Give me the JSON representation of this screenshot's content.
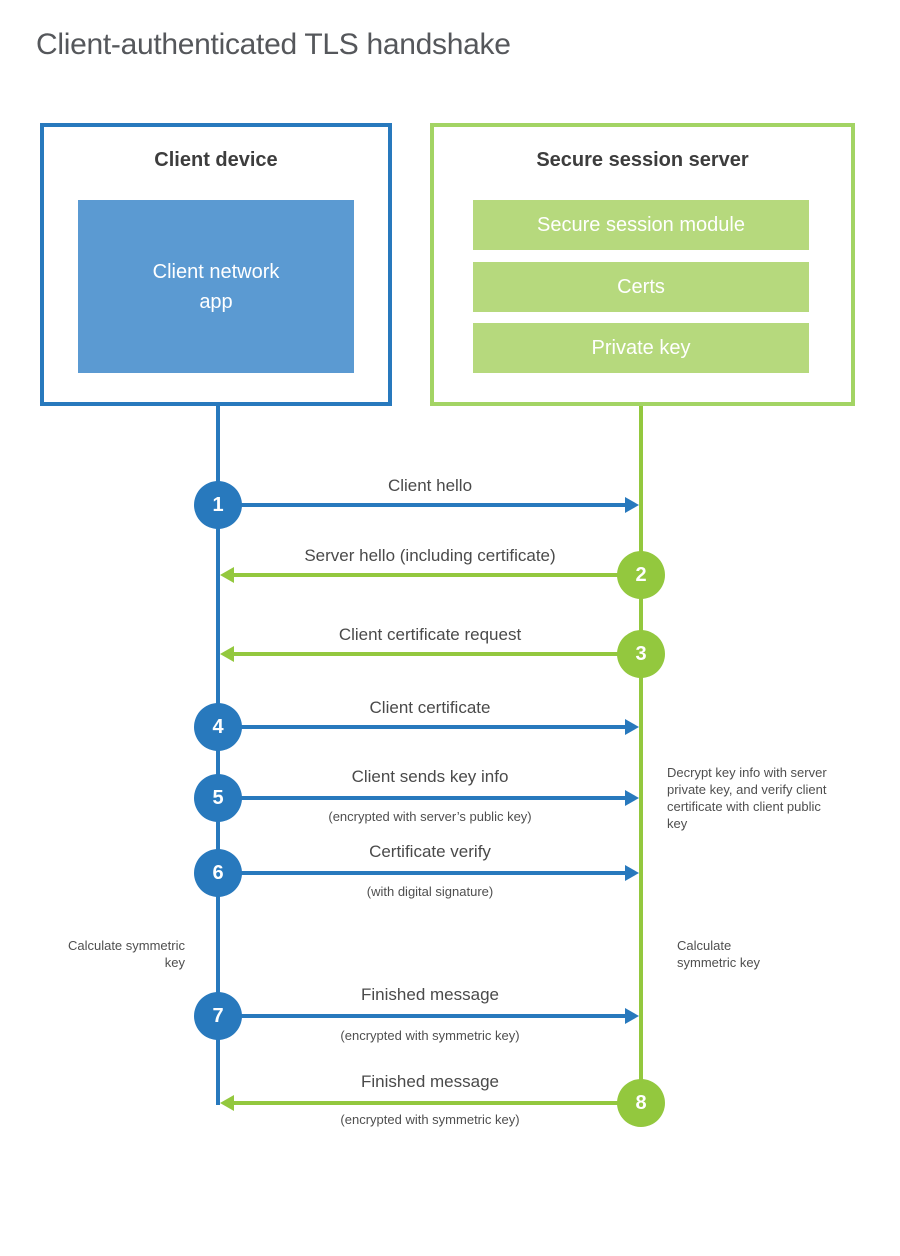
{
  "title": "Client-authenticated TLS handshake",
  "colors": {
    "blue": "#2879bd",
    "blue_fill": "#5b9ad2",
    "green": "#93c83e",
    "green_border": "#a3d464",
    "green_fill": "#b6d97d"
  },
  "client": {
    "heading": "Client device",
    "module": "Client network\napp"
  },
  "server": {
    "heading": "Secure session server",
    "modules": [
      {
        "label": "Secure session module"
      },
      {
        "label": "Certs"
      },
      {
        "label": "Private key"
      }
    ]
  },
  "steps": [
    {
      "num": "1",
      "label": "Client hello",
      "sub": "",
      "direction": "client-to-server",
      "color": "blue"
    },
    {
      "num": "2",
      "label": "Server hello (including certificate)",
      "sub": "",
      "direction": "server-to-client",
      "color": "green"
    },
    {
      "num": "3",
      "label": "Client certificate request",
      "sub": "",
      "direction": "server-to-client",
      "color": "green"
    },
    {
      "num": "4",
      "label": "Client certificate",
      "sub": "",
      "direction": "client-to-server",
      "color": "blue"
    },
    {
      "num": "5",
      "label": "Client sends key info",
      "sub": "(encrypted with server’s public key)",
      "direction": "client-to-server",
      "color": "blue"
    },
    {
      "num": "6",
      "label": "Certificate verify",
      "sub": "(with digital signature)",
      "direction": "client-to-server",
      "color": "blue"
    },
    {
      "num": "7",
      "label": "Finished message",
      "sub": "(encrypted with symmetric key)",
      "direction": "client-to-server",
      "color": "blue"
    },
    {
      "num": "8",
      "label": "Finished message",
      "sub": "(encrypted with symmetric key)",
      "direction": "server-to-client",
      "color": "green"
    }
  ],
  "notes": {
    "decrypt": "Decrypt key info with server private key, and verify client certificate with client public key",
    "calc_client": "Calculate symmetric key",
    "calc_server": "Calculate symmetric key"
  }
}
